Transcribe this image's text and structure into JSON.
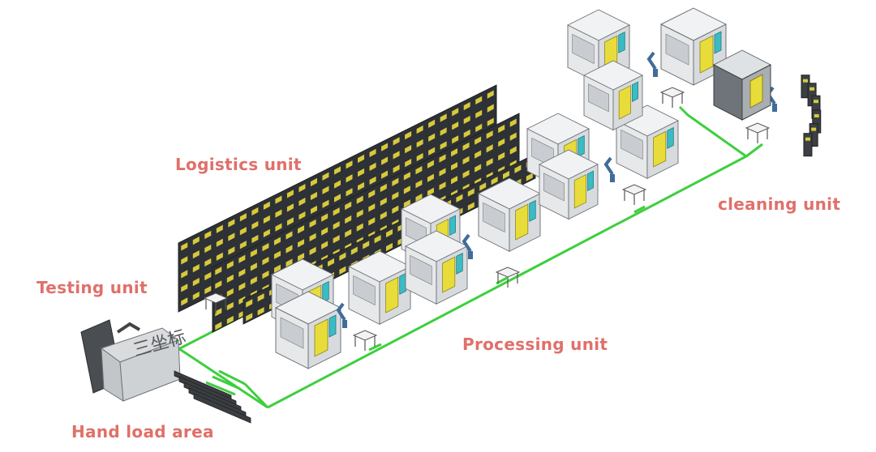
{
  "labels": {
    "logistics": "Logistics unit",
    "testing": "Testing unit",
    "processing": "Processing unit",
    "cleaning": "cleaning unit",
    "hand_load": "Hand load area"
  },
  "cmm_box_text": "三坐标",
  "colors": {
    "label": "#e0706a",
    "conveyor": "#3ecf3e",
    "machine_body": "#e6e8ea",
    "machine_edge": "#6f7378",
    "door_yellow": "#e8dc3a",
    "door_cyan": "#3bbcc4",
    "shelf_dark": "#2e3236",
    "shelf_bin": "#d7c93a",
    "robot_blue": "#3f6c9a"
  }
}
